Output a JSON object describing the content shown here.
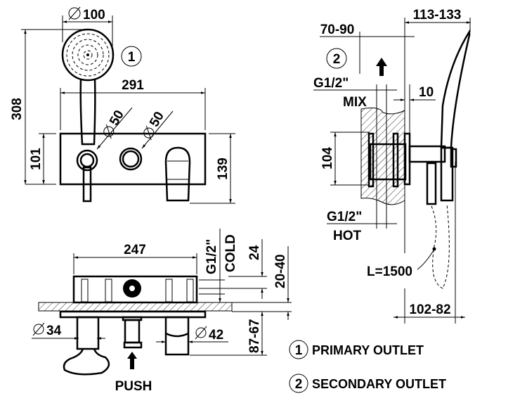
{
  "front_view": {
    "diameter_shower": "100",
    "height_total": "308",
    "width_plate": "291",
    "diameter_knob_1": "50",
    "diameter_knob_2": "50",
    "height_holder": "101",
    "height_plate": "139",
    "outlet_marker": "1"
  },
  "side_view": {
    "handshower_projection": "113-133",
    "wall_depth": "70-90",
    "outlet_marker": "2",
    "mix_thread": "G1/2\"",
    "mix_label": "MIX",
    "plate_offset": "10",
    "body_height": "104",
    "hot_thread": "G1/2\"",
    "hot_label": "HOT",
    "hose_length": "L=1500",
    "projection_bottom": "102-82"
  },
  "top_view": {
    "body_width": "247",
    "cold_thread": "G1/2\"",
    "cold_label": "COLD",
    "inlet_offset": "24",
    "wall_thickness": "20-40",
    "diameter_handle": "34",
    "diameter_spout": "42",
    "spout_projection": "87-67",
    "push_label": "PUSH"
  },
  "legend": [
    {
      "number": "1",
      "label": "PRIMARY OUTLET"
    },
    {
      "number": "2",
      "label": "SECONDARY OUTLET"
    }
  ]
}
